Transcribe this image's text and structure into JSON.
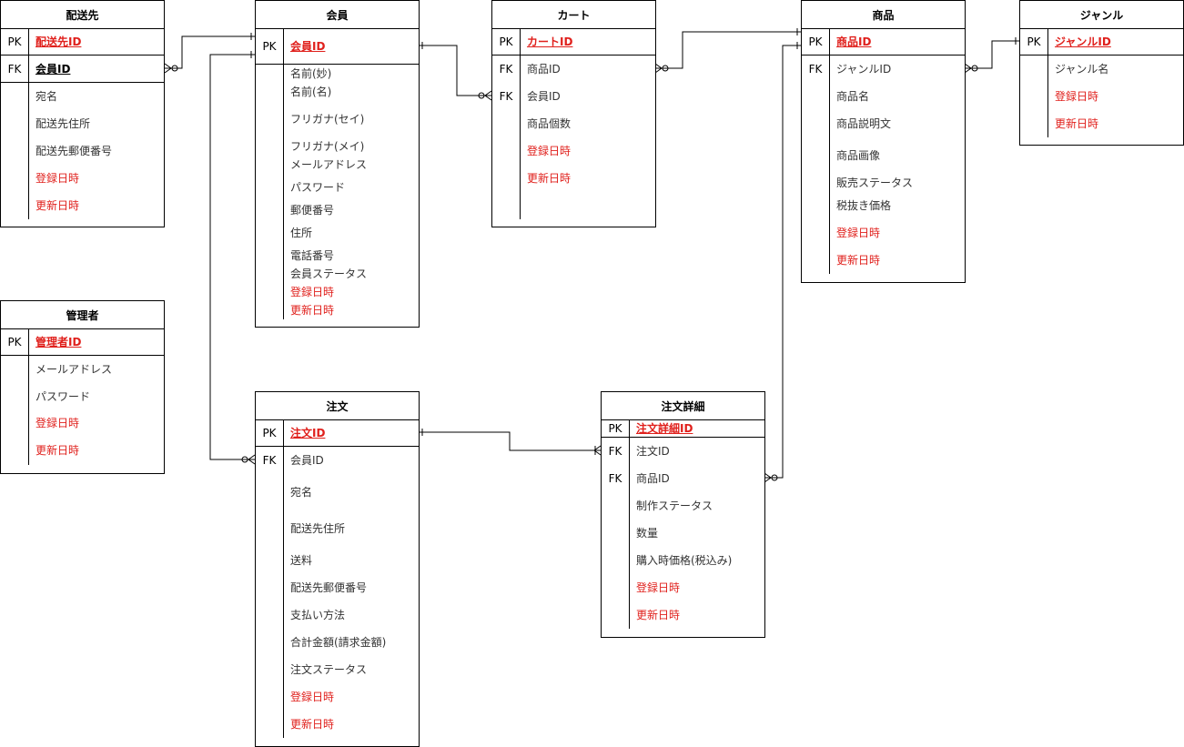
{
  "colors": {
    "line": "#000000",
    "highlight": "#e0201c",
    "text": "#333333"
  },
  "entities": {
    "shipping": {
      "title": "配送先",
      "keys": [
        {
          "label": "PK",
          "name": "配送先ID",
          "style": "pk-red"
        },
        {
          "label": "FK",
          "name": "会員ID",
          "style": "fk-bold"
        }
      ],
      "fields": [
        "宛名",
        "配送先住所",
        "配送先郵便番号",
        "登録日時",
        "更新日時"
      ]
    },
    "member": {
      "title": "会員",
      "keys": [
        {
          "label": "PK",
          "name": "会員ID",
          "style": "pk-red"
        }
      ],
      "fields": [
        "名前(妙)",
        "名前(名)",
        "フリガナ(セイ)",
        "フリガナ(メイ)",
        "メールアドレス",
        "パスワード",
        "郵便番号",
        "住所",
        "電話番号",
        "会員ステータス",
        "登録日時",
        "更新日時"
      ]
    },
    "cart": {
      "title": "カート",
      "keys": [
        {
          "label": "PK",
          "name": "カートID",
          "style": "pk-red"
        }
      ],
      "fk_rows": [
        {
          "label": "FK",
          "name": "商品ID"
        },
        {
          "label": "FK",
          "name": "会員ID"
        }
      ],
      "fields": [
        "商品個数",
        "登録日時",
        "更新日時"
      ]
    },
    "product": {
      "title": "商品",
      "keys": [
        {
          "label": "PK",
          "name": "商品ID",
          "style": "pk-red"
        }
      ],
      "fk_rows": [
        {
          "label": "FK",
          "name": "ジャンルID"
        }
      ],
      "fields": [
        "商品名",
        "商品説明文",
        "商品画像",
        "販売ステータス",
        "税抜き価格",
        "登録日時",
        "更新日時"
      ]
    },
    "genre": {
      "title": "ジャンル",
      "keys": [
        {
          "label": "PK",
          "name": "ジャンルID",
          "style": "pk-red"
        }
      ],
      "fields": [
        "ジャンル名",
        "登録日時",
        "更新日時"
      ]
    },
    "admin": {
      "title": "管理者",
      "keys": [
        {
          "label": "PK",
          "name": "管理者ID",
          "style": "pk-red"
        }
      ],
      "fields": [
        "メールアドレス",
        "パスワード",
        "登録日時",
        "更新日時"
      ]
    },
    "order": {
      "title": "注文",
      "keys": [
        {
          "label": "PK",
          "name": "注文ID",
          "style": "pk-red"
        }
      ],
      "fk_rows": [
        {
          "label": "FK",
          "name": "会員ID"
        }
      ],
      "fields": [
        "宛名",
        "配送先住所",
        "送料",
        "配送先郵便番号",
        "支払い方法",
        "合計金額(請求金額)",
        "注文ステータス",
        "登録日時",
        "更新日時"
      ]
    },
    "order_detail": {
      "title": "注文詳細",
      "keys": [
        {
          "label": "PK",
          "name": "注文詳細ID",
          "style": "pk-red"
        }
      ],
      "fk_rows": [
        {
          "label": "FK",
          "name": "注文ID"
        },
        {
          "label": "FK",
          "name": "商品ID"
        }
      ],
      "fields": [
        "制作ステータス",
        "数量",
        "購入時価格(税込み)",
        "登録日時",
        "更新日時"
      ]
    }
  }
}
